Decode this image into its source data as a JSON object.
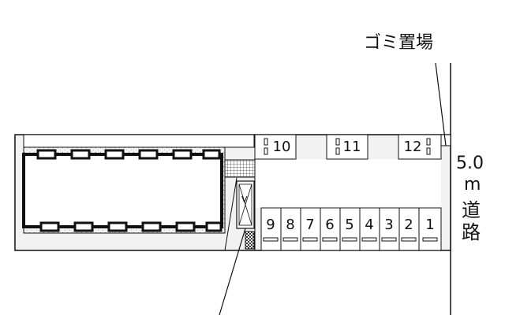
{
  "labels": {
    "garbage": "ゴミ置場",
    "road_width": "5.0",
    "road_unit": "m",
    "road_char1": "道",
    "road_char2": "路"
  },
  "top_parking": [
    "10",
    "11",
    "12"
  ],
  "bottom_parking": [
    "9",
    "8",
    "7",
    "6",
    "5",
    "4",
    "3",
    "2",
    "1"
  ],
  "vending_label": "V",
  "colors": {
    "line": "#111111",
    "fill": "#f2f2f2",
    "dots": "#8a8a8a"
  }
}
